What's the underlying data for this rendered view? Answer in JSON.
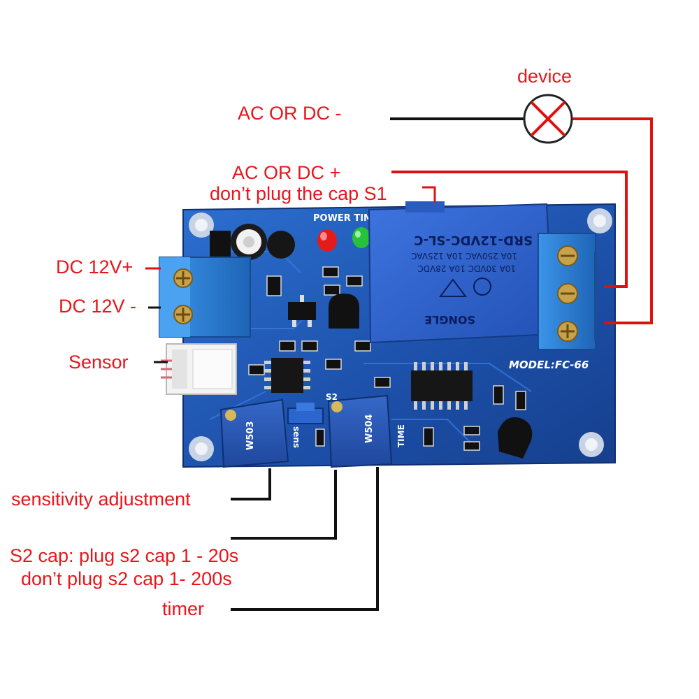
{
  "labels": {
    "device": "device",
    "ac_dc_minus": "AC OR DC -",
    "ac_dc_plus": "AC OR DC +",
    "dont_plug_s1": "don’t plug the cap S1",
    "dc_12v_plus": "DC 12V+",
    "dc_12v_minus": "DC 12V -",
    "sensor": "Sensor",
    "sensitivity": "sensitivity  adjustment",
    "s2_plug": "S2 cap: plug s2 cap 1 - 20s",
    "s2_dont_plug": "don’t plug s2 cap  1- 200s",
    "timer": "timer"
  },
  "board": {
    "power_time": "POWER TIME",
    "model": "MODEL:FC-66",
    "s2": "S2",
    "time": "TIME",
    "sens": "sens",
    "pot_code": "W503",
    "pot_code_2": "W504"
  },
  "relay": {
    "model": "SRD-12VDC-SL-C",
    "line1": "10A 250VAC  10A 125VAC",
    "line2": "10A 30VDC   10A 28VDC",
    "brand": "SONGLE"
  },
  "colors": {
    "label_red": "#e8161b",
    "wire_red": "#e01010",
    "wire_black": "#111111",
    "pcb_blue": "#1f5bb8",
    "relay_blue": "#2f63d0",
    "terminal_blue": "#2a7fd6"
  }
}
